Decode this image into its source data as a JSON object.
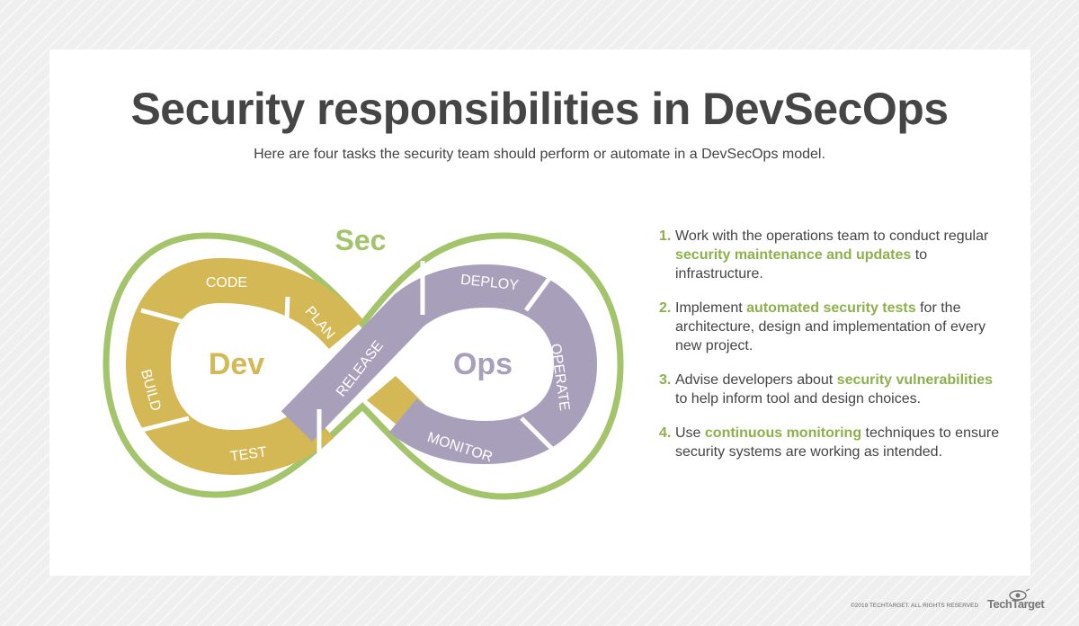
{
  "header": {
    "title": "Security responsibilities in DevSecOps",
    "subtitle": "Here are four tasks the security team should perform or automate in a DevSecOps model."
  },
  "diagram": {
    "sec": "Sec",
    "dev": "Dev",
    "ops": "Ops",
    "stages": [
      "PLAN",
      "CODE",
      "BUILD",
      "TEST",
      "RELEASE",
      "DEPLOY",
      "OPERATE",
      "MONITOR"
    ],
    "colors": {
      "sec": "#a3c46a",
      "dev": "#d4b856",
      "ops": "#a8a0bb"
    }
  },
  "tasks": [
    {
      "num": "1.",
      "pre": "Work with the operations team to conduct regular ",
      "hl": "security maintenance and updates",
      "post": " to infrastructure."
    },
    {
      "num": "2.",
      "pre": "Implement ",
      "hl": "automated security tests",
      "post": " for the architecture, design and implementation of every new project."
    },
    {
      "num": "3.",
      "pre": "Advise developers about ",
      "hl": "security vulnerabilities",
      "post": " to help inform tool and design choices."
    },
    {
      "num": "4.",
      "pre": "Use ",
      "hl": "continuous monitoring",
      "post": " techniques to ensure security systems are working as intended."
    }
  ],
  "footer": {
    "copyright": "©2019 TECHTARGET. ALL RIGHTS RESERVED",
    "logo": "TechTarget"
  }
}
